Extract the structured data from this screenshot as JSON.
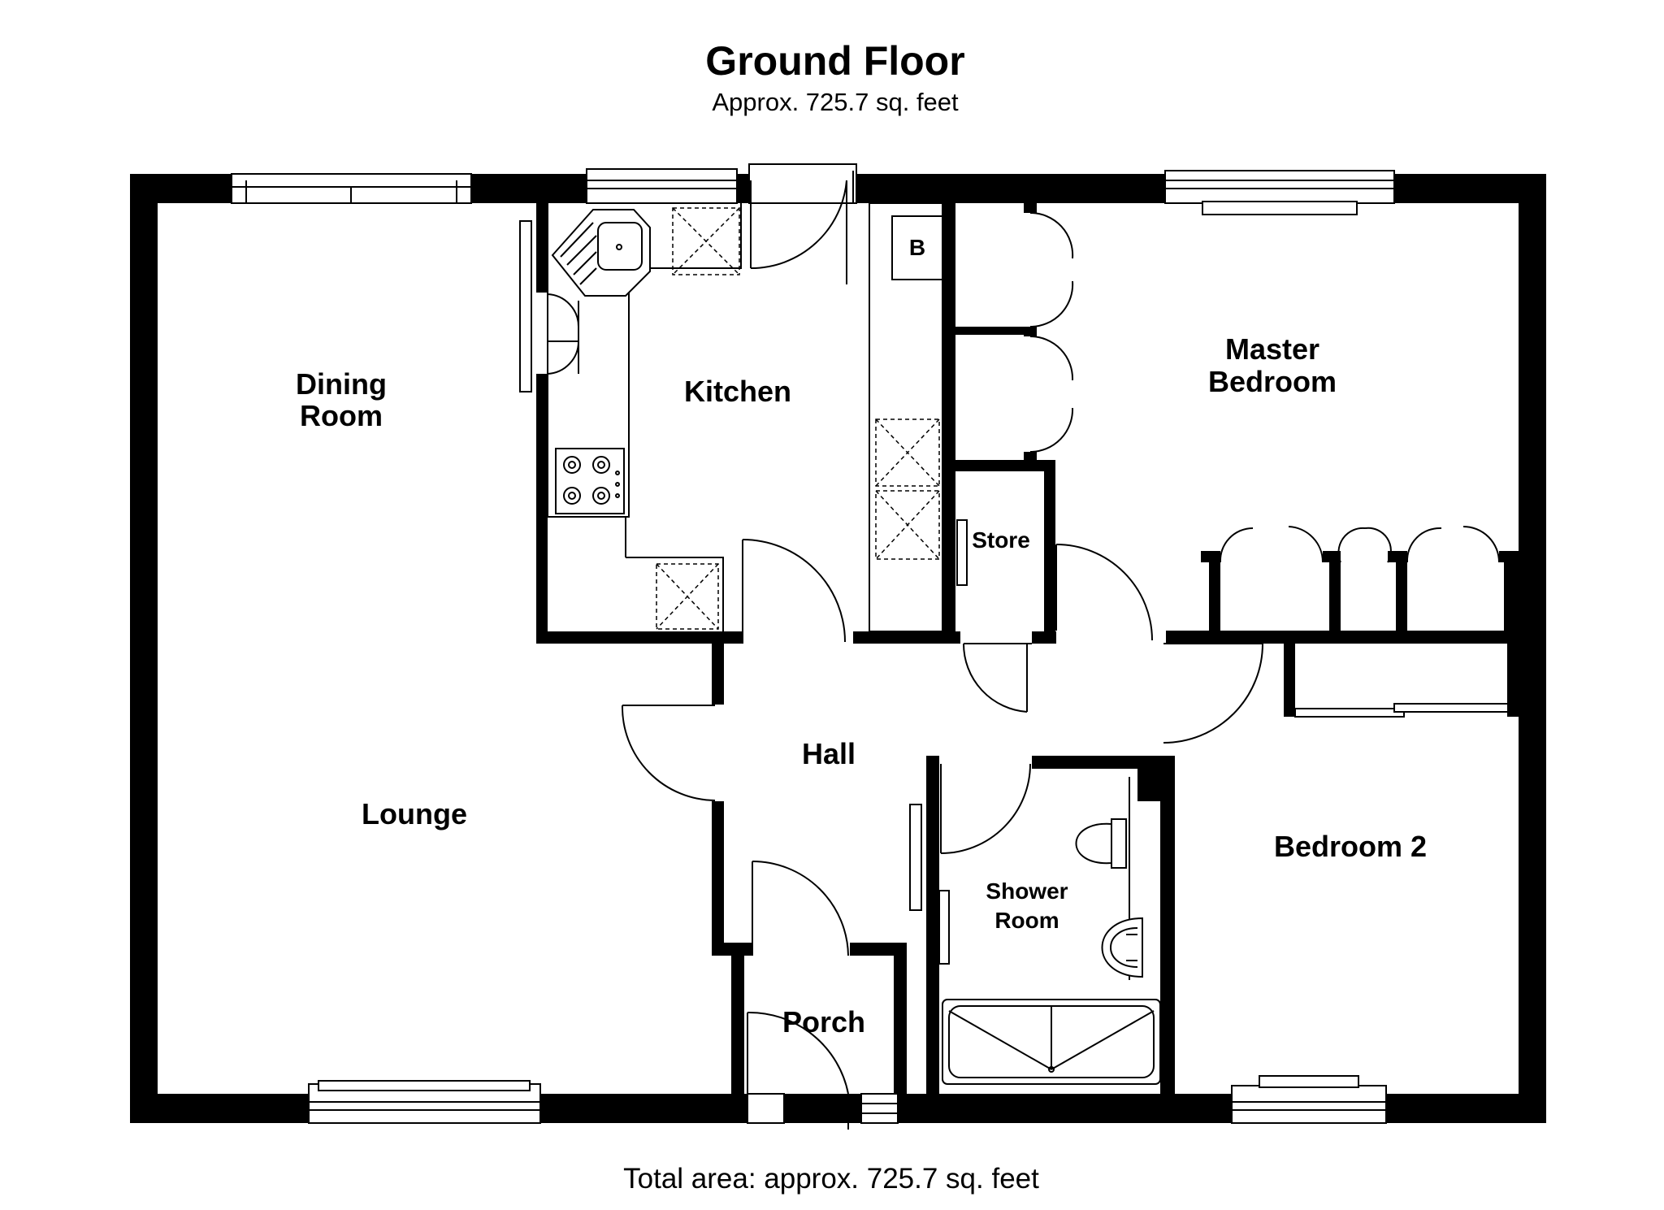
{
  "header": {
    "title": "Ground Floor",
    "subtitle": "Approx. 725.7 sq. feet"
  },
  "footer": {
    "total_area": "Total area: approx. 725.7 sq. feet"
  },
  "rooms": {
    "dining_room": [
      "Dining",
      "Room"
    ],
    "kitchen": "Kitchen",
    "master_bedroom": [
      "Master",
      "Bedroom"
    ],
    "store": "Store",
    "hall": "Hall",
    "lounge": "Lounge",
    "bedroom_2": "Bedroom 2",
    "shower_room": [
      "Shower",
      "Room"
    ],
    "porch": "Porch"
  },
  "fixtures": {
    "boiler": "B"
  }
}
